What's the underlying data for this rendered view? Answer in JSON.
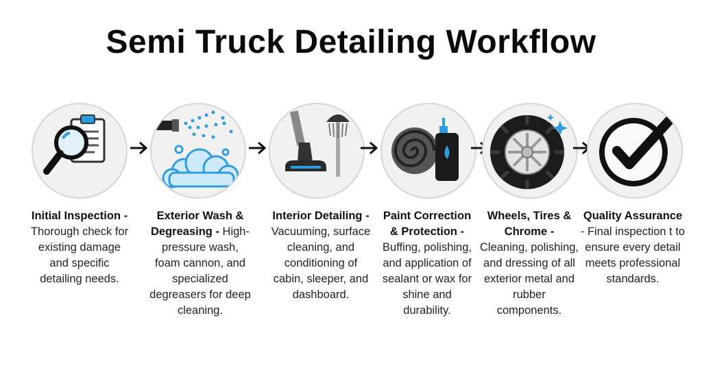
{
  "title": "Semi Truck Detailing Workflow",
  "steps": [
    {
      "name": "Initial Inspection -",
      "text": "Thorough check for existing damage and specific detailing needs.",
      "icon": "magnifier-clipboard-icon"
    },
    {
      "name": "Exterior Wash & Degreasing -",
      "text": "High-pressure wash, foam cannon, and specialized degreasers for deep cleaning.",
      "icon": "pressure-washer-foam-icon"
    },
    {
      "name": "Interior Detailing -",
      "text": "Vacuuming, surface cleaning, and conditioning of cabin, sleeper, and dashboard.",
      "icon": "vacuum-brush-icon"
    },
    {
      "name": "Paint Correction & Protection -",
      "text": "Buffing, polishing, and application of sealant or wax for shine and durability.",
      "icon": "buffer-pad-bottle-icon"
    },
    {
      "name": "Wheels, Tires & Chrome -",
      "text": "Cleaning, polishing, and dressing of all exterior metal and rubber components.",
      "icon": "tire-sparkle-icon"
    },
    {
      "name": "Quality Assurance",
      "text": "- Final inspection t to ensure every detail meets professional standards.",
      "icon": "checkmark-icon"
    }
  ],
  "colors": {
    "accent": "#2f9be0",
    "dark": "#1a1a1a",
    "circle_bg": "#f1f1f1"
  }
}
